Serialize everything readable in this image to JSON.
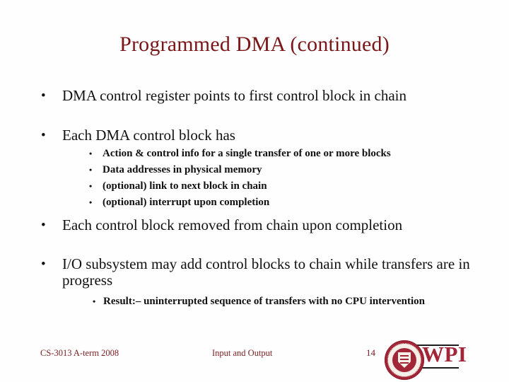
{
  "slide": {
    "title": "Programmed DMA (continued)",
    "bullet_glyph": "•",
    "bullets": [
      {
        "level": 1,
        "text": "DMA control register points to first control block in chain"
      },
      {
        "level": 1,
        "text": "Each DMA control block has"
      },
      {
        "level": 2,
        "text": "Action & control info for a single transfer of one or more blocks"
      },
      {
        "level": 2,
        "text": "Data addresses in physical memory"
      },
      {
        "level": 2,
        "text": "(optional) link to next block in chain"
      },
      {
        "level": 2,
        "text": "(optional) interrupt upon completion"
      },
      {
        "level": 1,
        "text": "Each control block removed from chain upon completion"
      },
      {
        "level": 1,
        "text": "I/O subsystem may add control blocks to chain while transfers are in progress"
      },
      {
        "level": 2,
        "text": "Result:– uninterrupted sequence of transfers with no CPU intervention"
      }
    ]
  },
  "footer": {
    "course": "CS-3013 A-term 2008",
    "lecture": "Input and Output",
    "page_number": "14"
  },
  "logo": {
    "wordmark": "WPI",
    "seal_name": "wpi-seal"
  },
  "colors": {
    "title_maroon": "#7a1518",
    "body_text": "#111111",
    "footer_maroon": "#7b2022",
    "wpi_crimson": "#a32638",
    "background": "#fefefe"
  }
}
